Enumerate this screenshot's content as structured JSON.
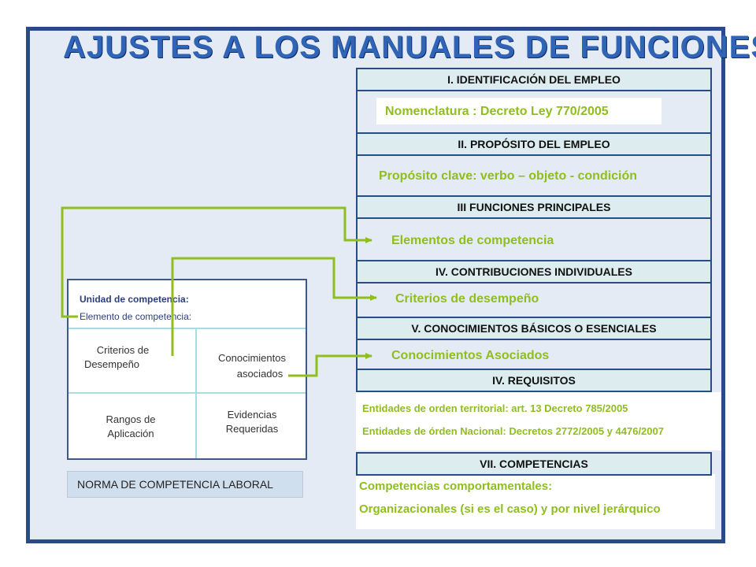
{
  "title": "AJUSTES A LOS MANUALES DE FUNCIONES",
  "sections": {
    "s1_header": "I.  IDENTIFICACIÓN DEL EMPLEO",
    "s1_text": "Nomenclatura : Decreto Ley 770/2005",
    "s2_header": "II.  PROPÓSITO DEL EMPLEO",
    "s2_text": "Propósito clave: verbo – objeto - condición",
    "s3_header": "III  FUNCIONES PRINCIPALES",
    "s3_text": "Elementos de competencia",
    "s4_header": "IV.  CONTRIBUCIONES INDIVIDUALES",
    "s4_text": "Criterios de desempeño",
    "s5_header": "V. CONOCIMIENTOS BÁSICOS O ESENCIALES",
    "s5_text": "Conocimientos Asociados",
    "s6_header": "IV.  REQUISITOS",
    "s6_line1": "Entidades de orden territorial: art. 13 Decreto 785/2005",
    "s6_line2": "Entidades de órden Nacional: Decretos 2772/2005 y 4476/2007",
    "s7_header": "VII.  COMPETENCIAS",
    "s7_line1": "Competencias comportamentales:",
    "s7_line2": "Organizacionales (si es el caso)  y por nivel jerárquico"
  },
  "norma": {
    "unidad": "Unidad de competencia:",
    "elemento": "Elemento de competencia:",
    "criterios_1": "Criterios de",
    "criterios_2": "Desempeño",
    "conocimientos_1": "Conocimientos",
    "conocimientos_2": "asociados",
    "rangos_1": "Rangos de",
    "rangos_2": "Aplicación",
    "evidencias_1": "Evidencias",
    "evidencias_2": "Requeridas",
    "caption": "NORMA DE COMPETENCIA LABORAL"
  },
  "colors": {
    "accent_green": "#8fbe1e",
    "title_blue": "#2f64b6",
    "border_blue": "#254e87",
    "header_fill": "#dcecef"
  }
}
